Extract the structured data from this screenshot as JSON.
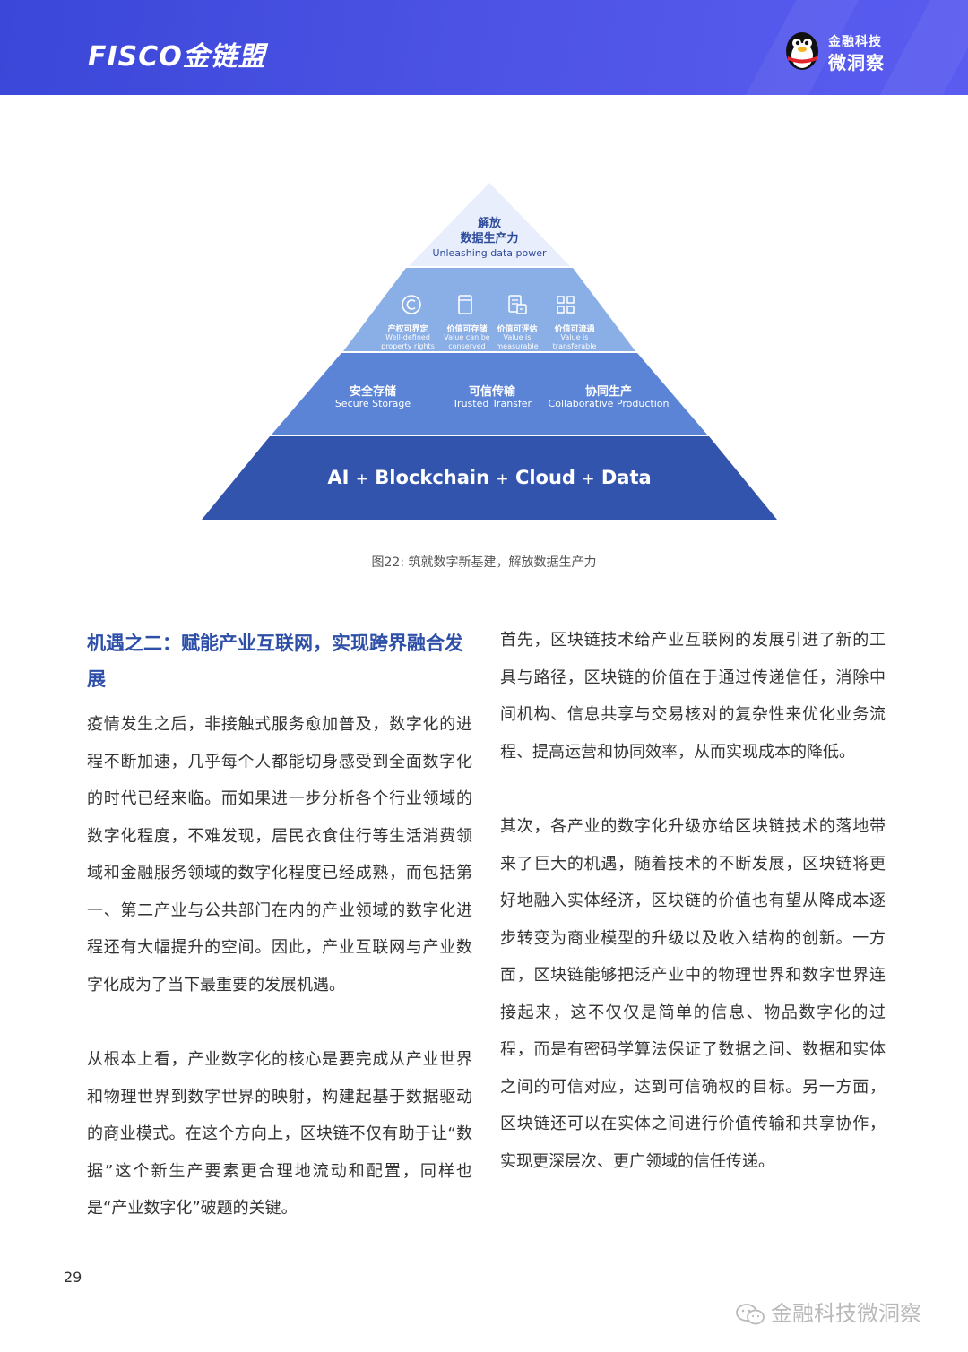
{
  "header": {
    "logo_left": "FISCO金链盟",
    "logo_right_line1": "金融科技",
    "logo_right_line2": "微洞察",
    "bg_color": "#4a52e2"
  },
  "figure": {
    "level1": {
      "cn_line1": "解放",
      "cn_line2": "数据生产力",
      "en": "Unleashing  data power",
      "color": "#e8eefb"
    },
    "level2": {
      "color": "#8aaee6",
      "items": [
        {
          "icon": "copyright-icon",
          "cn": "产权可界定",
          "en1": "Well-defined",
          "en2": "property rights"
        },
        {
          "icon": "storage-icon",
          "cn": "价值可存储",
          "en1": "Value can be",
          "en2": "conserved"
        },
        {
          "icon": "evaluate-icon",
          "cn": "价值可评估",
          "en1": "Value  is",
          "en2": "measurable"
        },
        {
          "icon": "grid-icon",
          "cn": "价值可流通",
          "en1": "Value  is",
          "en2": "transferable"
        }
      ]
    },
    "level3": {
      "color": "#5b84d6",
      "items": [
        {
          "cn": "安全存储",
          "en": "Secure Storage"
        },
        {
          "cn": "可信传输",
          "en": "Trusted Transfer"
        },
        {
          "cn": "协同生产",
          "en": "Collaborative Production"
        }
      ]
    },
    "level4": {
      "color": "#3354ad",
      "terms": [
        "AI",
        "Blockchain",
        "Cloud",
        "Data"
      ],
      "plus": "+"
    },
    "caption": "图22: 筑就数字新基建，解放数据生产力"
  },
  "left_column": {
    "heading": "机遇之二：赋能产业互联网，实现跨界融合发展",
    "paragraph1": "疫情发生之后，非接触式服务愈加普及，数字化的进程不断加速，几乎每个人都能切身感受到全面数字化的时代已经来临。而如果进一步分析各个行业领域的数字化程度，不难发现，居民衣食住行等生活消费领域和金融服务领域的数字化程度已经成熟，而包括第一、第二产业与公共部门在内的产业领域的数字化进程还有大幅提升的空间。因此，产业互联网与产业数字化成为了当下最重要的发展机遇。",
    "paragraph2": "从根本上看，产业数字化的核心是要完成从产业世界和物理世界到数字世界的映射，构建起基于数据驱动的商业模式。在这个方向上，区块链不仅有助于让“数据”这个新生产要素更合理地流动和配置，同样也是“产业数字化”破题的关键。"
  },
  "right_column": {
    "paragraph1": "首先，区块链技术给产业互联网的发展引进了新的工具与路径，区块链的价值在于通过传递信任，消除中间机构、信息共享与交易核对的复杂性来优化业务流程、提高运营和协同效率，从而实现成本的降低。",
    "paragraph2": "其次，各产业的数字化升级亦给区块链技术的落地带来了巨大的机遇，随着技术的不断发展，区块链将更好地融入实体经济，区块链的价值也有望从降成本逐步转变为商业模型的升级以及收入结构的创新。一方面，区块链能够把泛产业中的物理世界和数字世界连接起来，这不仅仅是简单的信息、物品数字化的过程，而是有密码学算法保证了数据之间、数据和实体之间的可信对应，达到可信确权的目标。另一方面，区块链还可以在实体之间进行价值传输和共享协作，实现更深层次、更广领域的信任传递。"
  },
  "footer": {
    "page_number": "29",
    "watermark": "金融科技微洞察"
  }
}
